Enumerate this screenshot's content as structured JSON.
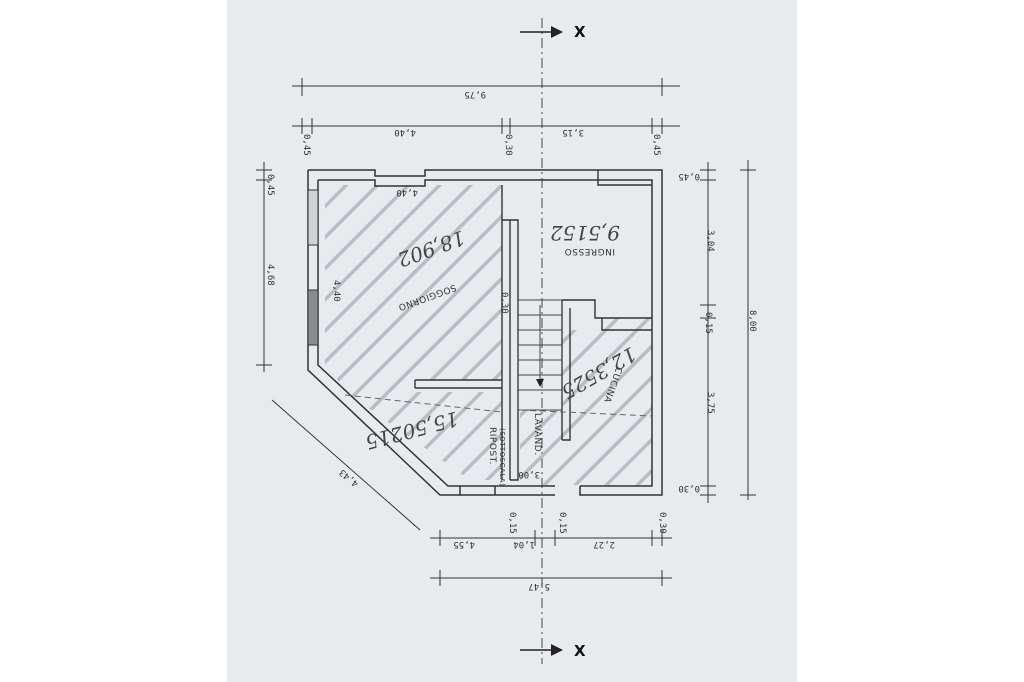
{
  "section_markers": {
    "top": "X",
    "bottom": "X"
  },
  "dimensions": {
    "overall_width_top": "9,75",
    "top_segment_left": "4,40",
    "top_segment_mid": "0,30",
    "top_segment_right": "3,15",
    "top_wall_left": "0,45",
    "top_wall_right": "0,45",
    "left_top_wall": "0,45",
    "left_height": "4,68",
    "diagonal": "4,43",
    "right_top": "0,45",
    "right_upper": "3,04",
    "right_mid": "0,15",
    "right_lower": "3,75",
    "right_bottom": "0,30",
    "overall_height": "8,00",
    "bottom_seg_1": "4,55",
    "bottom_seg_2": "1,04",
    "bottom_seg_3": "2,27",
    "bottom_seg_4": "0,30",
    "bottom_wall_1": "0,15",
    "bottom_wall_2": "0,15",
    "overall_width_bottom": "5,47",
    "int_soggiorno_w": "4,40",
    "int_soggiorno_h": "4,40",
    "int_stair": "0,30",
    "int_bottom": "3,00"
  },
  "rooms": {
    "soggiorno": "SOGGIORNO",
    "ingresso": "INGRESSO",
    "cucina": "CUCINA",
    "ripostiglio": "RIPOST.",
    "ripostiglio_sub": "(SOTTOSCALA)",
    "lavanderia": "LAVAND."
  },
  "handwritten_areas": {
    "soggiorno": "18,902",
    "ingresso": "9,5152",
    "cucina": "12,3525",
    "lower_left": "15,50215"
  },
  "colors": {
    "paper": "#e8ebee",
    "ink": "#333333",
    "hatch": "#b9bdc2"
  }
}
